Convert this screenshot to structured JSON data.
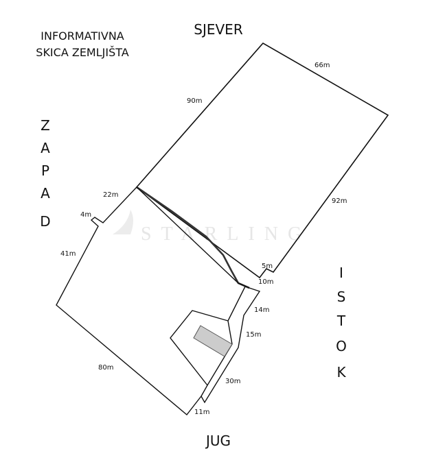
{
  "title": {
    "line1": "INFORMATIVNA",
    "line2": "SKICA ZEMLJIŠTA"
  },
  "directions": {
    "north": "SJEVER",
    "south": "JUG",
    "west": [
      "Z",
      "A",
      "P",
      "A",
      "D"
    ],
    "east": [
      "I",
      "S",
      "T",
      "O",
      "K"
    ]
  },
  "watermark": "STARLING",
  "measurements": {
    "m66": "66m",
    "m90": "90m",
    "m92": "92m",
    "m22": "22m",
    "m4": "4m",
    "m41": "41m",
    "m80": "80m",
    "m5": "5m",
    "m10": "10m",
    "m14": "14m",
    "m15": "15m",
    "m30": "30m",
    "m11": "11m"
  },
  "colors": {
    "line": "#111111",
    "building": "#cccccc"
  }
}
